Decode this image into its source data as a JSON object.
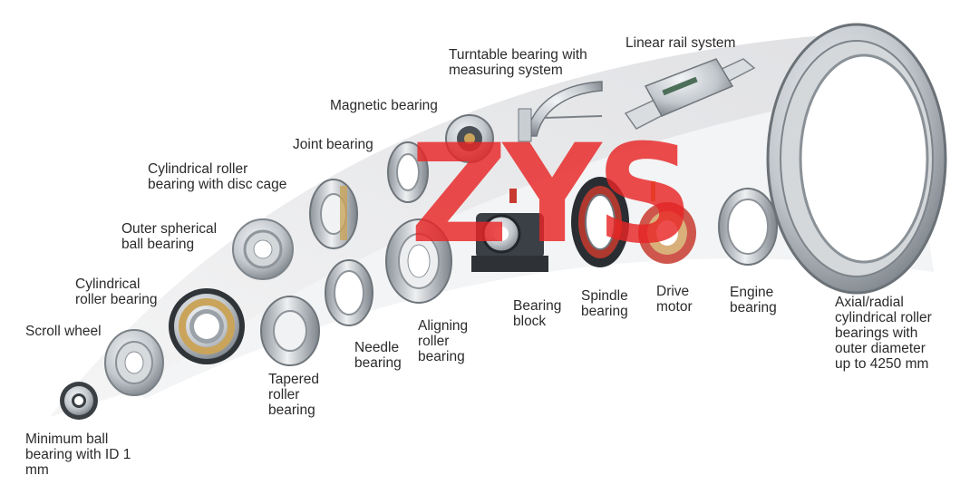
{
  "watermark": "ZYS",
  "colors": {
    "watermark": "#e82424",
    "steel": "#c9ced3",
    "steel_dark": "#5d646a",
    "brass": "#c9a45a",
    "band": "#e6e7e9"
  },
  "labels": {
    "minimum_ball": "Minimum ball\nbearing with ID 1\nmm",
    "scroll_wheel": "Scroll wheel",
    "cylindrical_roller": "Cylindrical\nroller bearing",
    "outer_spherical": "Outer spherical\nball bearing",
    "cyl_disc_cage": "Cylindrical roller\nbearing with disc cage",
    "joint": "Joint bearing",
    "magnetic": "Magnetic bearing",
    "turntable": "Turntable bearing with\nmeasuring system",
    "linear_rail": "Linear rail system",
    "tapered": "Tapered\nroller\nbearing",
    "needle": "Needle\nbearing",
    "aligning": "Aligning\nroller\nbearing",
    "bearing_block": "Bearing\nblock",
    "spindle": "Spindle\nbearing",
    "drive_motor": "Drive\nmotor",
    "engine": "Engine\nbearing",
    "axial_radial": "Axial/radial\ncylindrical roller\nbearings with\nouter diameter\nup to 4250 mm"
  }
}
